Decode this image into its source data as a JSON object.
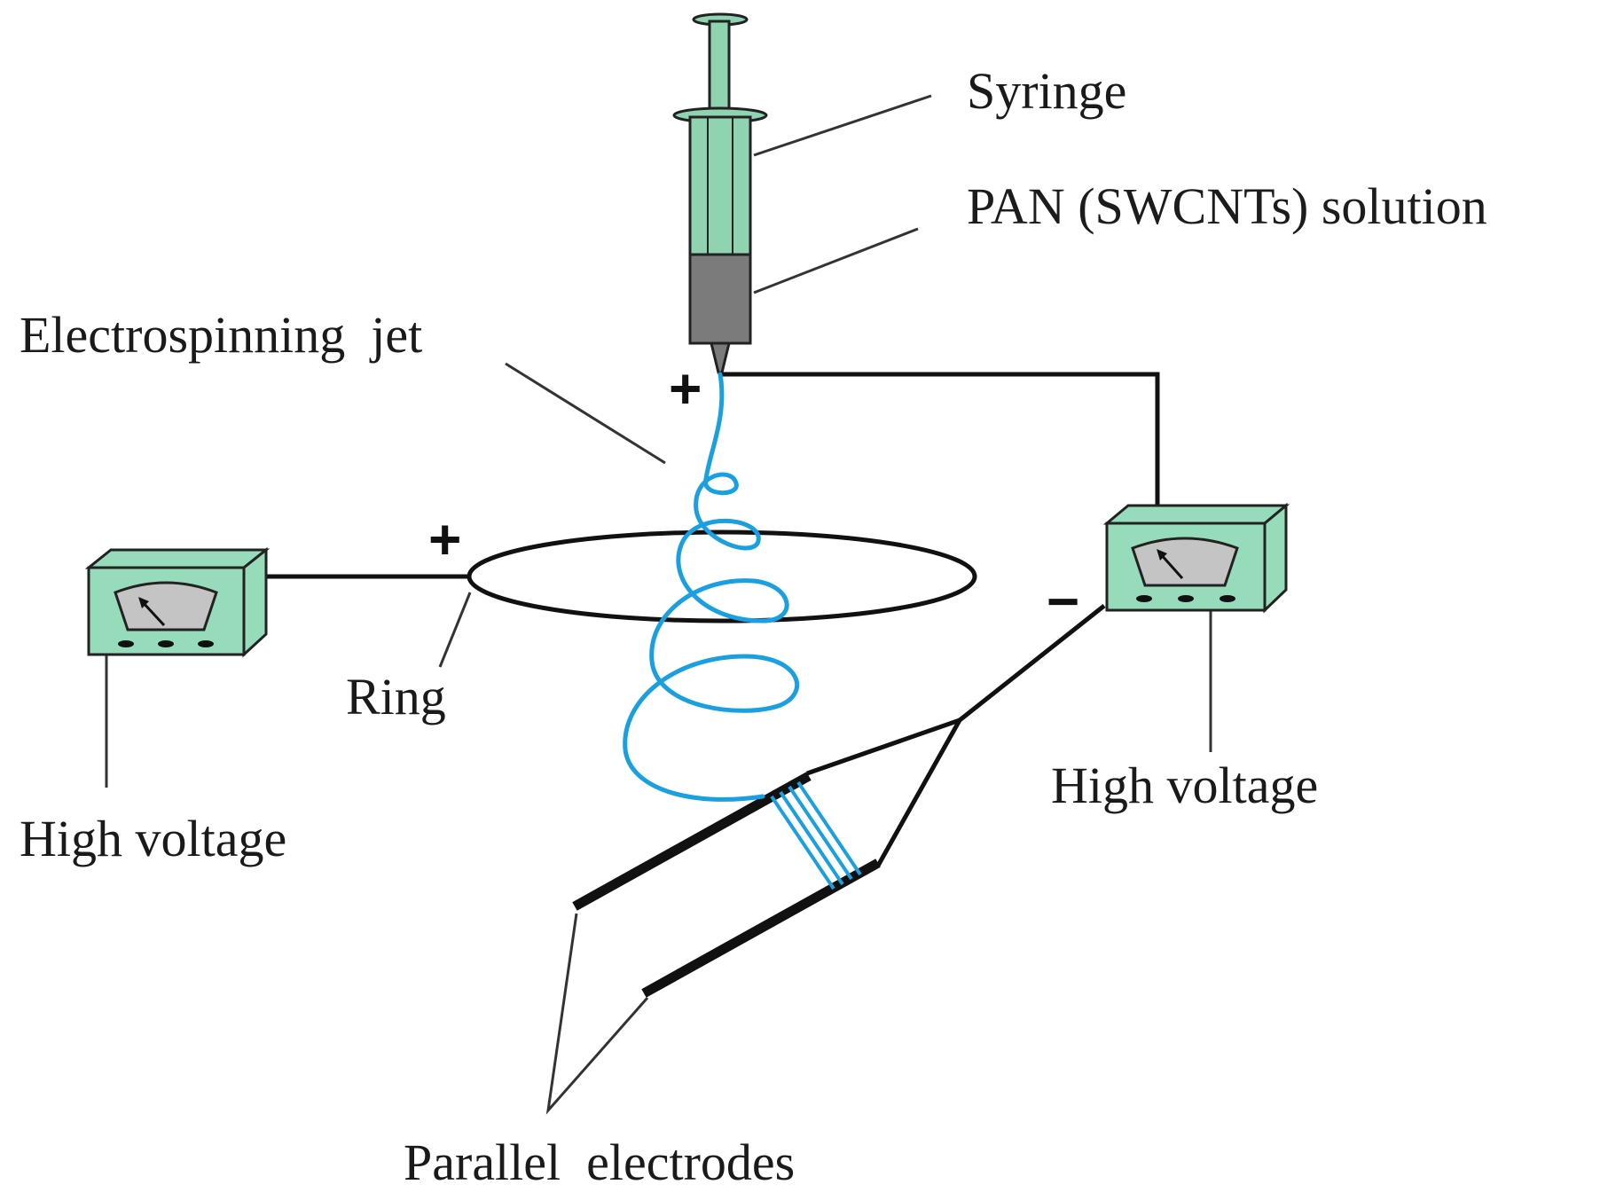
{
  "labels": {
    "syringe": "Syringe",
    "solution": "PAN (SWCNTs) solution",
    "jet": "Electrospinning  jet",
    "ring": "Ring",
    "hv_left": "High voltage",
    "hv_right": "High voltage",
    "electrodes": "Parallel  electrodes"
  },
  "signs": {
    "needle_plus": "+",
    "ring_plus": "+",
    "minus": "−"
  },
  "colors": {
    "syringe_green": "#8fd3b0",
    "syringe_outline": "#222222",
    "solution_gray": "#7b7b7b",
    "meter_body": "#96dcba",
    "meter_dial": "#c4c4c4",
    "jet_blue": "#1a9fe0",
    "wire": "#111111"
  },
  "icons": [
    "syringe-icon",
    "high-voltage-meter-icon",
    "ring-collector-icon",
    "parallel-electrodes-icon"
  ]
}
